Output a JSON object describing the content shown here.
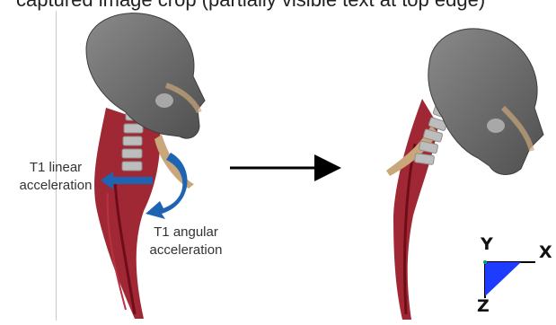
{
  "top_caption": "captured image crop (partially visible text at top edge)",
  "labels": {
    "linear_line1": "T1 linear",
    "linear_line2": "acceleration",
    "angular_line1": "T1 angular",
    "angular_line2": "acceleration"
  },
  "axes": {
    "y": "Y",
    "x": "X",
    "z": "Z"
  },
  "colors": {
    "neck_muscle": "#9b1c2a",
    "skull": "#6e6e6e",
    "skin": "#c9a77a",
    "vertebrae": "#bdbdbd",
    "t1_arrow": "#1f63b3",
    "axis_triangle": "#1e3cff"
  }
}
